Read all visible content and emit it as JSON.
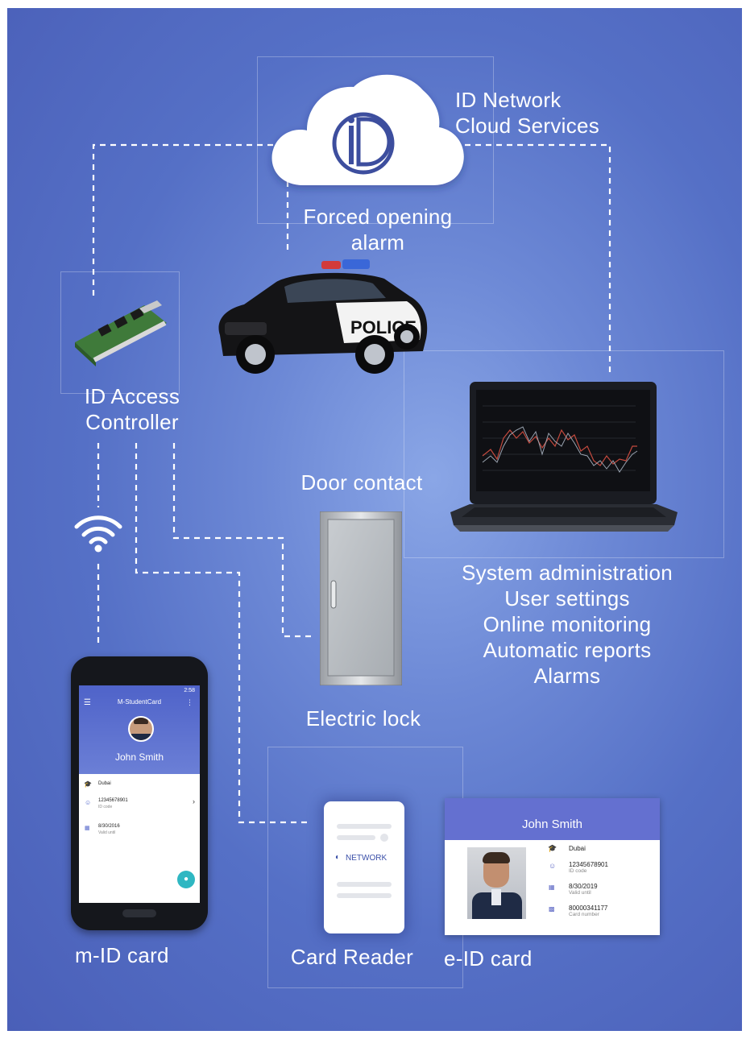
{
  "cloud": {
    "title_line1": "ID Network",
    "title_line2": "Cloud Services",
    "logo_text": "iD"
  },
  "alarm": {
    "line1": "Forced opening",
    "line2": "alarm"
  },
  "police_car": {
    "text": "POLICE"
  },
  "controller": {
    "line1": "ID Access",
    "line2": "Controller"
  },
  "door": {
    "top_label": "Door contact",
    "bottom_label": "Electric lock"
  },
  "laptop": {
    "features": [
      "System administration",
      "User settings",
      "Online monitoring",
      "Automatic reports",
      "Alarms"
    ]
  },
  "mobile": {
    "label": "m-ID card",
    "app_title": "M-StudentCard",
    "status_time": "2:58",
    "user_name": "John Smith",
    "rows": [
      {
        "value": "Dubai",
        "sub": ""
      },
      {
        "value": "12345678901",
        "sub": "ID code"
      },
      {
        "value": "8/30/2016",
        "sub": "Valid until"
      }
    ]
  },
  "reader": {
    "label": "Card Reader",
    "brand": "NETWORK"
  },
  "eid": {
    "label": "e-ID card",
    "name": "John Smith",
    "rows": [
      {
        "value": "Dubai",
        "sub": ""
      },
      {
        "value": "12345678901",
        "sub": "ID code"
      },
      {
        "value": "8/30/2019",
        "sub": "Valid until"
      },
      {
        "value": "80000341177",
        "sub": "Card number"
      }
    ]
  },
  "colors": {
    "background": "#5b74c8",
    "accent_blue": "#3a4fa8",
    "card_header": "#6470d0"
  }
}
